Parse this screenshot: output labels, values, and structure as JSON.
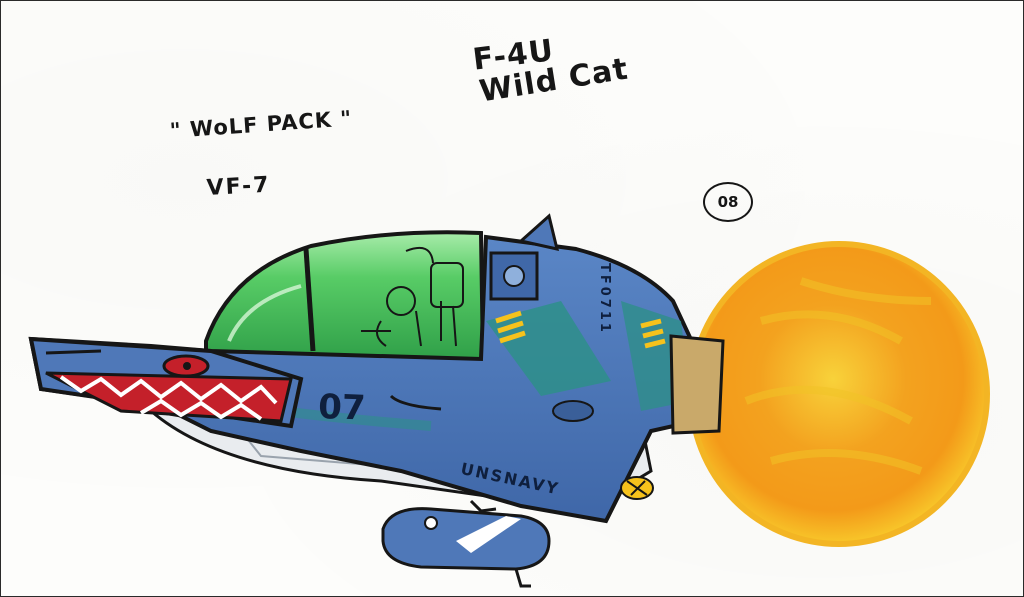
{
  "drawing": {
    "model_line_1": "F-4U",
    "model_line_2": "Wild Cat",
    "squadron_name": "\" WoLF PACK \"",
    "squadron_code": "VF-7",
    "sheet_number": "08",
    "side_number": "07",
    "fin_serial": "TF0711",
    "hull_marking": "UNSNAVY"
  },
  "colors": {
    "hull_blue": "#4f78b8",
    "hull_dark": "#2f4f86",
    "canopy_green": "#49c25c",
    "canopy_light": "#9be39f",
    "teal_accent": "#2e8f8a",
    "mouth_red": "#c4202a",
    "exhaust_yellow": "#f6c21c",
    "exhaust_orange": "#ee8a18",
    "ink": "#161616"
  }
}
